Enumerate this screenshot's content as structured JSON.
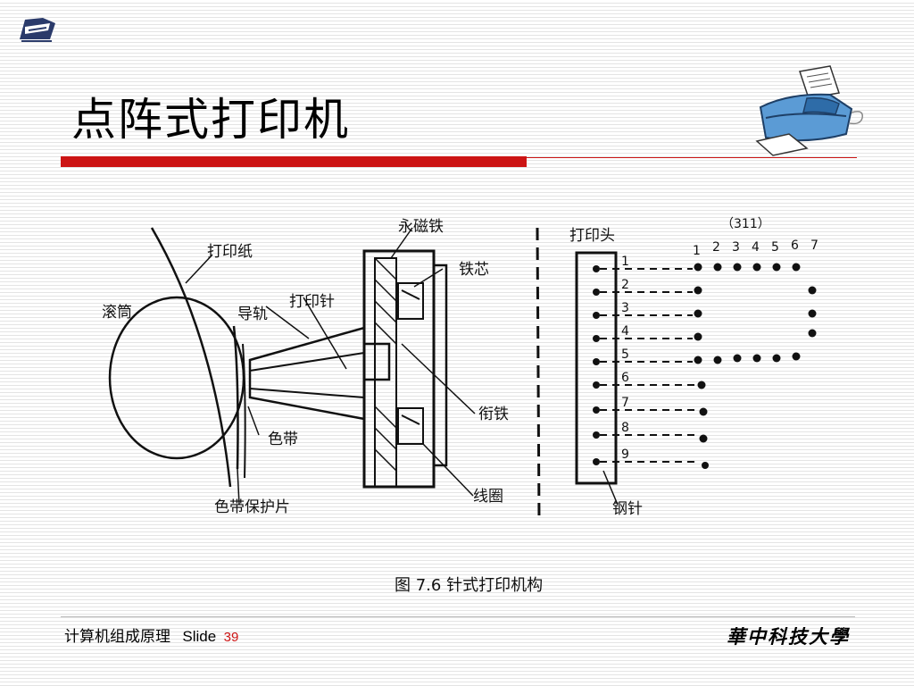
{
  "slide": {
    "title": "点阵式打印机",
    "course": "计算机组成原理",
    "slide_label": "Slide",
    "slide_number": "39",
    "university": "華中科技大學"
  },
  "figure": {
    "caption": "图 7.6   针式打印机构",
    "note": "（311）",
    "labels": {
      "paper": "打印纸",
      "drum": "滚筒",
      "guide": "导轨",
      "pin": "打印针",
      "magnet": "永磁铁",
      "core": "铁芯",
      "armature": "衔铁",
      "ribbon": "色带",
      "shield": "色带保护片",
      "coil": "线圈",
      "head": "打印头",
      "steel_pin": "钢针"
    },
    "pin_numbers": [
      "1",
      "2",
      "3",
      "4",
      "5",
      "6",
      "7",
      "8",
      "9"
    ],
    "column_numbers": [
      "1",
      "2",
      "3",
      "4",
      "5",
      "6",
      "7"
    ]
  },
  "colors": {
    "accent": "#cc1414"
  }
}
